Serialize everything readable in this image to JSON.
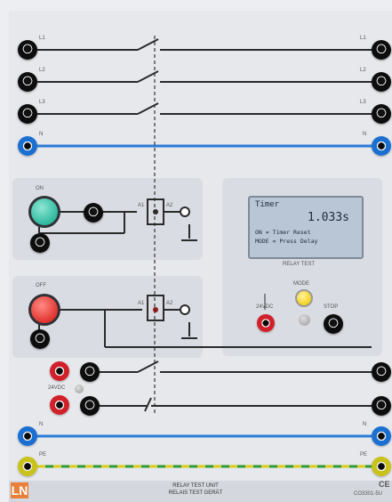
{
  "terminals": {
    "left": [
      "L1",
      "L2",
      "L3",
      "N",
      "PE"
    ],
    "right": [
      "L1",
      "L2",
      "L3",
      "N",
      "PE"
    ],
    "n_left_bottom": "N",
    "n_right_bottom": "N"
  },
  "buttons": {
    "on_label": "ON",
    "off_label": "OFF",
    "mode_label": "MODE"
  },
  "coil_labels": {
    "a1_top": "A1",
    "a2_top": "A2",
    "a1_bottom": "A1",
    "a2_bottom": "A2"
  },
  "relay_test": {
    "display": {
      "line1": "Timer",
      "line2": "1.033s",
      "line3": "ON = Timer Reset",
      "line4": "MODE = Press Delay"
    },
    "module_label": "RELAY TEST",
    "start_label": "24VDC",
    "stop_label": "STOP"
  },
  "supply_label": "24VDC",
  "footer": {
    "logo": "LN",
    "title_en": "RELAY TEST UNIT",
    "title_de": "RELAIS TEST GERÄT",
    "code": "CO3301-5U",
    "ce": "CE"
  },
  "colors": {
    "blue_bus": "#2b7bd6",
    "pe_green": "#2f9c3a",
    "pe_yellow": "#d8cf1e",
    "wire": "#2a2a2a",
    "on_button": "#2fb99f",
    "off_button": "#e0342f",
    "mode_button": "#f2d21c",
    "brand": "#e8803a"
  }
}
